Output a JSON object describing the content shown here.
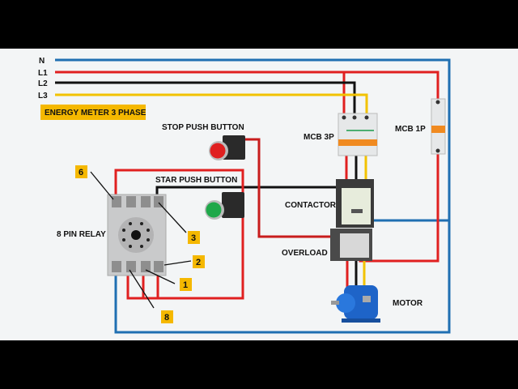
{
  "lines": {
    "n": "N",
    "l1": "L1",
    "l2": "L2",
    "l3": "L3"
  },
  "energy_meter": "ENERGY METER 3 PHASE",
  "components": {
    "stop_button": "STOP PUSH BUTTON",
    "star_button": "STAR PUSH BUTTON",
    "relay": "8 PIN RELAY",
    "mcb3p": "MCB 3P",
    "mcb1p": "MCB 1P",
    "contactor": "CONTACTOR",
    "overload": "OVERLOAD",
    "motor": "MOTOR"
  },
  "pin_labels": {
    "p6": "6",
    "p3": "3",
    "p2": "2",
    "p1": "1",
    "p8": "8"
  },
  "colors": {
    "neutral": "#1f6fb2",
    "l1": "#e02020",
    "l2": "#111111",
    "l3": "#f2c200",
    "badge": "#f5b800",
    "stop": "#e02020",
    "start": "#1fa84a"
  }
}
